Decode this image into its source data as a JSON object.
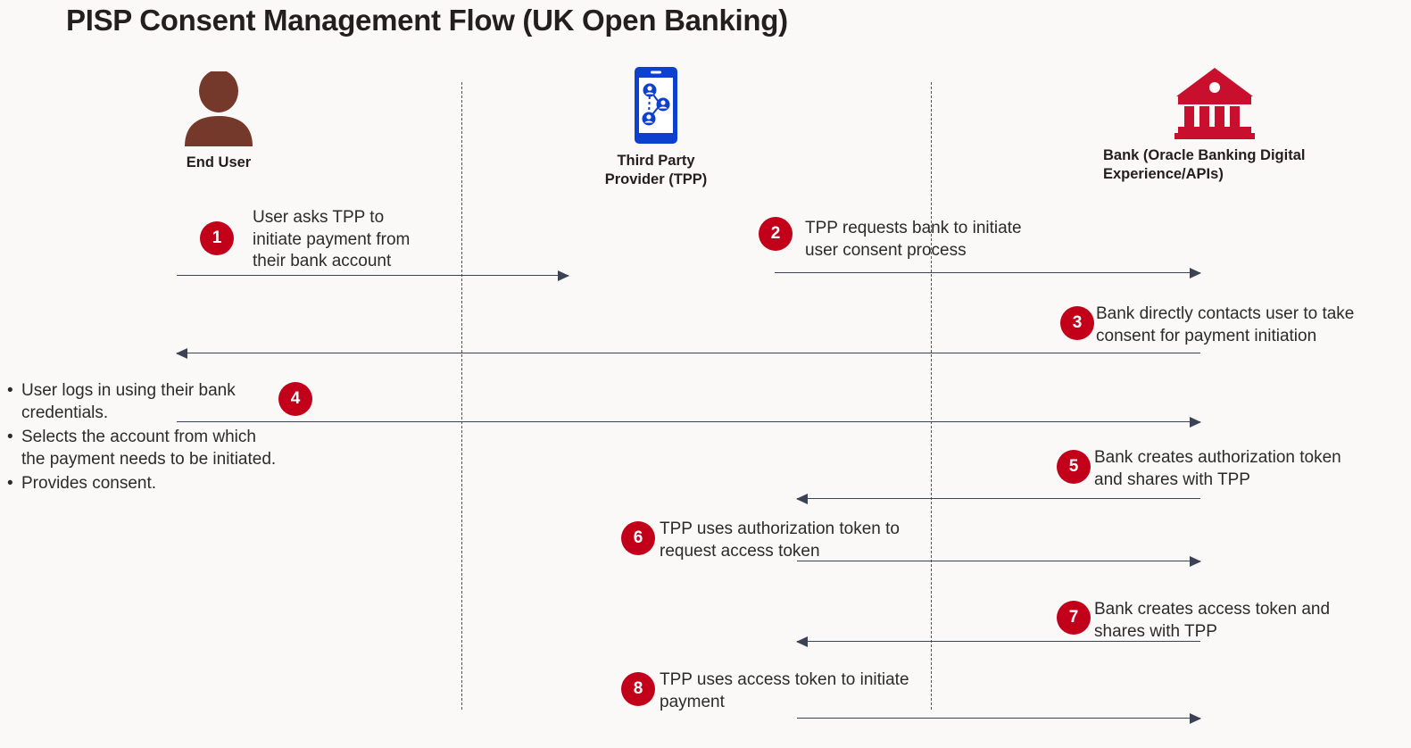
{
  "title": "PISP Consent Management Flow (UK Open Banking)",
  "colors": {
    "background": "#faf9f7",
    "title_text": "#231f20",
    "badge_fill": "#C2001A",
    "badge_text": "#ffffff",
    "arrow": "#3b4256",
    "lifeline": "#4a5270",
    "enduser_icon": "#74392A",
    "tpp_icon": "#0B41CD",
    "bank_icon": "#C8102E",
    "body_text": "#2b2b2b"
  },
  "actors": [
    {
      "id": "end-user",
      "label": "End User",
      "icon": "person-icon"
    },
    {
      "id": "tpp",
      "label": "Third Party\nProvider (TPP)",
      "label_line1": "Third Party",
      "label_line2": "Provider (TPP)",
      "icon": "mobile-network-icon"
    },
    {
      "id": "bank",
      "label": "Bank (Oracle Banking Digital Experience/APIs)",
      "label_line1": "Bank (Oracle Banking Digital",
      "label_line2": "Experience/APIs)",
      "icon": "bank-building-icon"
    }
  ],
  "steps": [
    {
      "number": "1",
      "text_line1": "User asks TPP to",
      "text_line2": "initiate payment from",
      "text_line3": "their bank account",
      "from": "end-user",
      "to": "tpp",
      "direction": "right"
    },
    {
      "number": "2",
      "text_line1": "TPP requests bank to initiate",
      "text_line2": "user consent process",
      "from": "tpp",
      "to": "bank",
      "direction": "right"
    },
    {
      "number": "3",
      "text_line1": "Bank directly contacts user to take",
      "text_line2": "consent for payment initiation",
      "from": "bank",
      "to": "end-user",
      "direction": "left"
    },
    {
      "number": "4",
      "bullets": [
        "User logs in using their bank credentials.",
        "Selects the account from which the payment needs to be initiated.",
        "Provides consent."
      ],
      "bullet1_line1": "User logs in using their bank",
      "bullet1_line2": "credentials.",
      "bullet2_line1": "Selects the account from which",
      "bullet2_line2": "the payment needs to be initiated.",
      "bullet3_line1": "Provides consent.",
      "from": "end-user",
      "to": "bank",
      "direction": "right"
    },
    {
      "number": "5",
      "text_line1": "Bank creates authorization token",
      "text_line2": "and shares with TPP",
      "from": "bank",
      "to": "tpp",
      "direction": "left"
    },
    {
      "number": "6",
      "text_line1": "TPP uses authorization token to",
      "text_line2": "request access token",
      "from": "tpp",
      "to": "bank",
      "direction": "right"
    },
    {
      "number": "7",
      "text_line1": "Bank creates access token and",
      "text_line2": "shares with TPP",
      "from": "bank",
      "to": "tpp",
      "direction": "left"
    },
    {
      "number": "8",
      "text_line1": "TPP uses access token to initiate",
      "text_line2": "payment",
      "from": "tpp",
      "to": "bank",
      "direction": "right"
    }
  ],
  "bullet_marker": "•"
}
